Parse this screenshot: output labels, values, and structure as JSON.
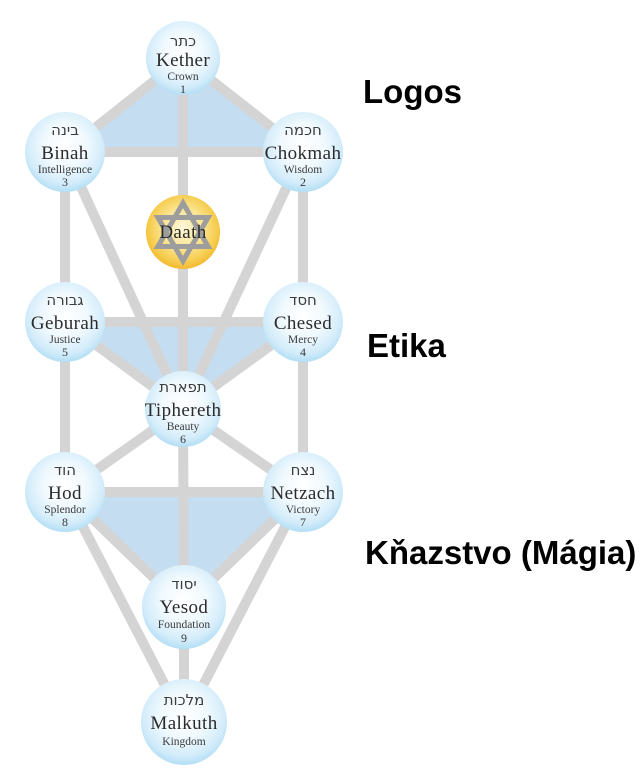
{
  "diagram": {
    "nodes": {
      "kether": {
        "hebrew": "כתר",
        "name": "Kether",
        "subtitle": "Crown",
        "number": "1"
      },
      "chokmah": {
        "hebrew": "חכמה",
        "name": "Chokmah",
        "subtitle": "Wisdom",
        "number": "2"
      },
      "binah": {
        "hebrew": "בינה",
        "name": "Binah",
        "subtitle": "Intelligence",
        "number": "3"
      },
      "daath": {
        "name": "Daath"
      },
      "chesed": {
        "hebrew": "חסד",
        "name": "Chesed",
        "subtitle": "Mercy",
        "number": "4"
      },
      "geburah": {
        "hebrew": "גבורה",
        "name": "Geburah",
        "subtitle": "Justice",
        "number": "5"
      },
      "tiphereth": {
        "hebrew": "תפארת",
        "name": "Tiphereth",
        "subtitle": "Beauty",
        "number": "6"
      },
      "netzach": {
        "hebrew": "נצח",
        "name": "Netzach",
        "subtitle": "Victory",
        "number": "7"
      },
      "hod": {
        "hebrew": "הוד",
        "name": "Hod",
        "subtitle": "Splendor",
        "number": "8"
      },
      "yesod": {
        "hebrew": "יסוד",
        "name": "Yesod",
        "subtitle": "Foundation",
        "number": "9"
      },
      "malkuth": {
        "hebrew": "מלכות",
        "name": "Malkuth",
        "subtitle": "Kingdom"
      }
    },
    "sections": {
      "logos": "Logos",
      "etika": "Etika",
      "magia": "Kňazstvo (Mágia)"
    },
    "colors": {
      "path": "#d4d4d4",
      "triangle": "#c5ddf1",
      "node_edge": "#7fc4ea",
      "node_center": "#ffffff",
      "daath_edge": "#efa91c",
      "daath_center": "#fdf7da",
      "star": "#9d9d9d",
      "text": "#333333"
    }
  }
}
